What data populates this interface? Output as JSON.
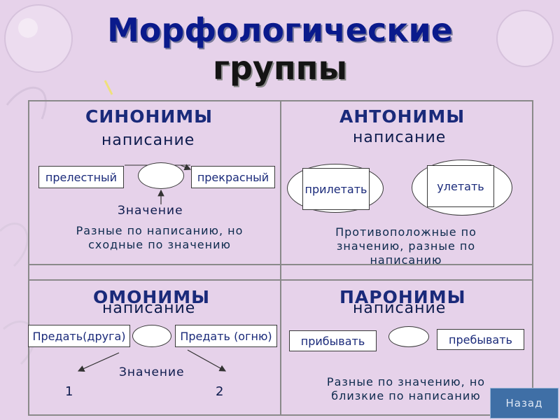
{
  "title": {
    "line1": "Морфологические",
    "line2": "группы"
  },
  "synonyms": {
    "heading": "СИНОНИМЫ",
    "spelling_label": "написание",
    "word1": "прелестный",
    "word2": "прекрасный",
    "meaning_label": "Значение",
    "description_line1": "Разные по написанию, но",
    "description_line2": "сходные по значению"
  },
  "antonyms": {
    "heading": "АНТОНИМЫ",
    "spelling_label": "написание",
    "word1": "прилетать",
    "word2": "улетать",
    "description_line1": "Противоположные по",
    "description_line2": "значению, разные по",
    "description_line3": "написанию"
  },
  "homonyms": {
    "heading": "ОМОНИМЫ",
    "spelling_label": "написание",
    "word1": "Предать(друга)",
    "word2": "Предать (огню)",
    "meaning_label": "Значение",
    "num1": "1",
    "num2": "2"
  },
  "paronyms": {
    "heading": "ПАРОНИМЫ",
    "spelling_label": "написание",
    "word1": "прибывать",
    "word2": "пребывать",
    "description_line1": "Разные по значению, но",
    "description_line2": "близкие по написанию"
  },
  "nav": {
    "back_label": "Назад"
  },
  "colors": {
    "background": "#e6d2ea",
    "heading": "#1a2a7a",
    "button": "#3f6fa6"
  }
}
